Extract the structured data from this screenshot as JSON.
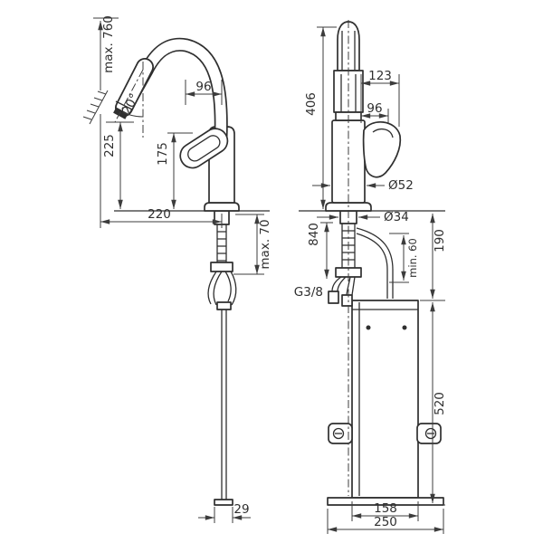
{
  "colors": {
    "line": "#2f2f2f",
    "dimension": "#3c3c3c",
    "background": "#ffffff"
  },
  "labels": {
    "max_pullout": "max. 760",
    "height_225": "225",
    "height_175": "175",
    "angle_20": "20°",
    "width_96_side": "96",
    "reach_220": "220",
    "deck_max_70": "max. 70",
    "offset_29": "29",
    "height_406": "406",
    "width_123": "123",
    "width_96_front": "96",
    "dia_52": "Ø52",
    "dia_34": "Ø34",
    "hose_840": "840",
    "thread_g38": "G3/8",
    "min_60": "min. 60",
    "offset_190": "190",
    "height_520": "520",
    "width_158": "158",
    "width_250": "250"
  }
}
